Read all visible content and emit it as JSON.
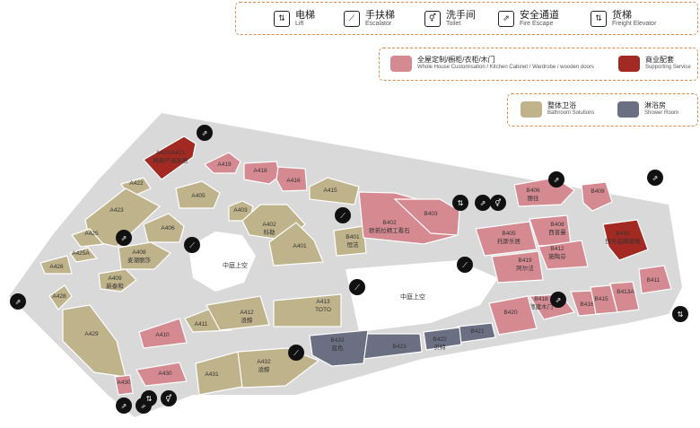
{
  "legend_top": {
    "items": [
      {
        "icon": "lift-icon",
        "glyph": "⇅",
        "cn": "电梯",
        "en": "Lift"
      },
      {
        "icon": "escalator-icon",
        "glyph": "⟋",
        "cn": "手扶梯",
        "en": "Escalator"
      },
      {
        "icon": "toilet-icon",
        "glyph": "⚥",
        "cn": "洗手间",
        "en": "Toilet"
      },
      {
        "icon": "fire-escape-icon",
        "glyph": "⇗",
        "cn": "安全通道",
        "en": "Fire Escape"
      },
      {
        "icon": "freight-elevator-icon",
        "glyph": "⇅",
        "cn": "货梯",
        "en": "Freight Elevator"
      }
    ]
  },
  "legend_categories": {
    "items": [
      {
        "cn": "全屋定制/橱柜/衣柜/木门",
        "en": "Whole House Customisation / Kitchen Cabinet / Wardrobe / wooden doors",
        "color": "#d58a92"
      },
      {
        "cn": "商业配套",
        "en": "Supporting Service",
        "color": "#a32a23"
      }
    ]
  },
  "legend_bath": {
    "items": [
      {
        "cn": "整体卫浴",
        "en": "Bathroom Solutions",
        "color": "#bfb38b"
      },
      {
        "cn": "淋浴房",
        "en": "Shower Room",
        "color": "#6b6f82"
      }
    ]
  },
  "colors": {
    "pink": "#d58a92",
    "red": "#a32a23",
    "beige": "#bfb38b",
    "slate": "#6b6f82",
    "floor": "#d9d9d9",
    "atrium": "#ffffff"
  },
  "atriums": [
    "中庭上空",
    "中庭上空"
  ],
  "shops": [
    {
      "id": "A420-A421",
      "name": "网易严选家居",
      "cat": "red"
    },
    {
      "id": "A419",
      "name": "",
      "cat": "pink"
    },
    {
      "id": "A418",
      "name": "",
      "cat": "pink"
    },
    {
      "id": "A416",
      "name": "",
      "cat": "pink"
    },
    {
      "id": "A415",
      "name": "",
      "cat": "beige"
    },
    {
      "id": "A422",
      "name": "",
      "cat": "beige"
    },
    {
      "id": "A423",
      "name": "",
      "cat": "beige"
    },
    {
      "id": "A425",
      "name": "",
      "cat": "beige"
    },
    {
      "id": "A425A",
      "name": "",
      "cat": "beige"
    },
    {
      "id": "A426",
      "name": "",
      "cat": "beige"
    },
    {
      "id": "A428",
      "name": "",
      "cat": "beige"
    },
    {
      "id": "A429",
      "name": "",
      "cat": "beige"
    },
    {
      "id": "A405",
      "name": "",
      "cat": "beige"
    },
    {
      "id": "A406",
      "name": "",
      "cat": "beige"
    },
    {
      "id": "A403",
      "name": "",
      "cat": "beige"
    },
    {
      "id": "A402",
      "name": "科勒",
      "cat": "beige"
    },
    {
      "id": "A401",
      "name": "",
      "cat": "beige"
    },
    {
      "id": "A408",
      "name": "麦潮丽莎",
      "cat": "beige"
    },
    {
      "id": "A409",
      "name": "新泰和",
      "cat": "beige"
    },
    {
      "id": "A410",
      "name": "",
      "cat": "pink"
    },
    {
      "id": "A411",
      "name": "",
      "cat": "beige"
    },
    {
      "id": "A412",
      "name": "浪鲸",
      "cat": "beige"
    },
    {
      "id": "A413",
      "name": "TOTO",
      "cat": "beige"
    },
    {
      "id": "A430",
      "name": "",
      "cat": "pink"
    },
    {
      "id": "A430b",
      "name": "",
      "cat": "pink"
    },
    {
      "id": "A431",
      "name": "",
      "cat": "beige"
    },
    {
      "id": "A432",
      "name": "浪鲸",
      "cat": "beige"
    },
    {
      "id": "B401",
      "name": "恒洁",
      "cat": "beige"
    },
    {
      "id": "B402",
      "name": "欧若拉精工看石",
      "cat": "pink"
    },
    {
      "id": "B403",
      "name": "",
      "cat": "pink"
    },
    {
      "id": "B406",
      "name": "丽住",
      "cat": "pink"
    },
    {
      "id": "B409",
      "name": "",
      "cat": "pink"
    },
    {
      "id": "B405",
      "name": "托斯乐居",
      "cat": "pink"
    },
    {
      "id": "B408",
      "name": "西普曼",
      "cat": "pink"
    },
    {
      "id": "B410",
      "name": "快手品牌基地",
      "cat": "red"
    },
    {
      "id": "B412",
      "name": "施陶芬",
      "cat": "pink"
    },
    {
      "id": "B419",
      "name": "阿尔法",
      "cat": "pink"
    },
    {
      "id": "B411",
      "name": "",
      "cat": "pink"
    },
    {
      "id": "B418",
      "name": "德建木门",
      "cat": "pink"
    },
    {
      "id": "B416",
      "name": "",
      "cat": "pink"
    },
    {
      "id": "B415",
      "name": "",
      "cat": "pink"
    },
    {
      "id": "B413A",
      "name": "",
      "cat": "pink"
    },
    {
      "id": "B420",
      "name": "",
      "cat": "pink"
    },
    {
      "id": "B421",
      "name": "",
      "cat": "slate"
    },
    {
      "id": "B422",
      "name": "贝特",
      "cat": "slate"
    },
    {
      "id": "B423",
      "name": "",
      "cat": "slate"
    },
    {
      "id": "B433",
      "name": "蓝色",
      "cat": "slate"
    }
  ],
  "map_icons": [
    {
      "kind": "escalator-icon",
      "glyph": "⟋"
    },
    {
      "kind": "escalator-icon",
      "glyph": "⟋"
    },
    {
      "kind": "escalator-icon",
      "glyph": "⟋"
    },
    {
      "kind": "escalator-icon",
      "glyph": "⟋"
    },
    {
      "kind": "escalator-icon",
      "glyph": "⟋"
    },
    {
      "kind": "fire-escape-icon",
      "glyph": "⇗"
    },
    {
      "kind": "fire-escape-icon",
      "glyph": "⇗"
    },
    {
      "kind": "fire-escape-icon",
      "glyph": "⇗"
    },
    {
      "kind": "fire-escape-icon",
      "glyph": "⇗"
    },
    {
      "kind": "fire-escape-icon",
      "glyph": "⇗"
    },
    {
      "kind": "fire-escape-icon",
      "glyph": "⇗"
    },
    {
      "kind": "fire-escape-icon",
      "glyph": "⇗"
    },
    {
      "kind": "fire-escape-icon",
      "glyph": "⇗"
    },
    {
      "kind": "fire-escape-icon",
      "glyph": "⇗"
    },
    {
      "kind": "toilet-icon",
      "glyph": "⚥"
    },
    {
      "kind": "toilet-icon",
      "glyph": "⚥"
    },
    {
      "kind": "lift-icon",
      "glyph": "⇅"
    },
    {
      "kind": "lift-icon",
      "glyph": "⇅"
    },
    {
      "kind": "freight-elevator-icon",
      "glyph": "⇅"
    }
  ]
}
